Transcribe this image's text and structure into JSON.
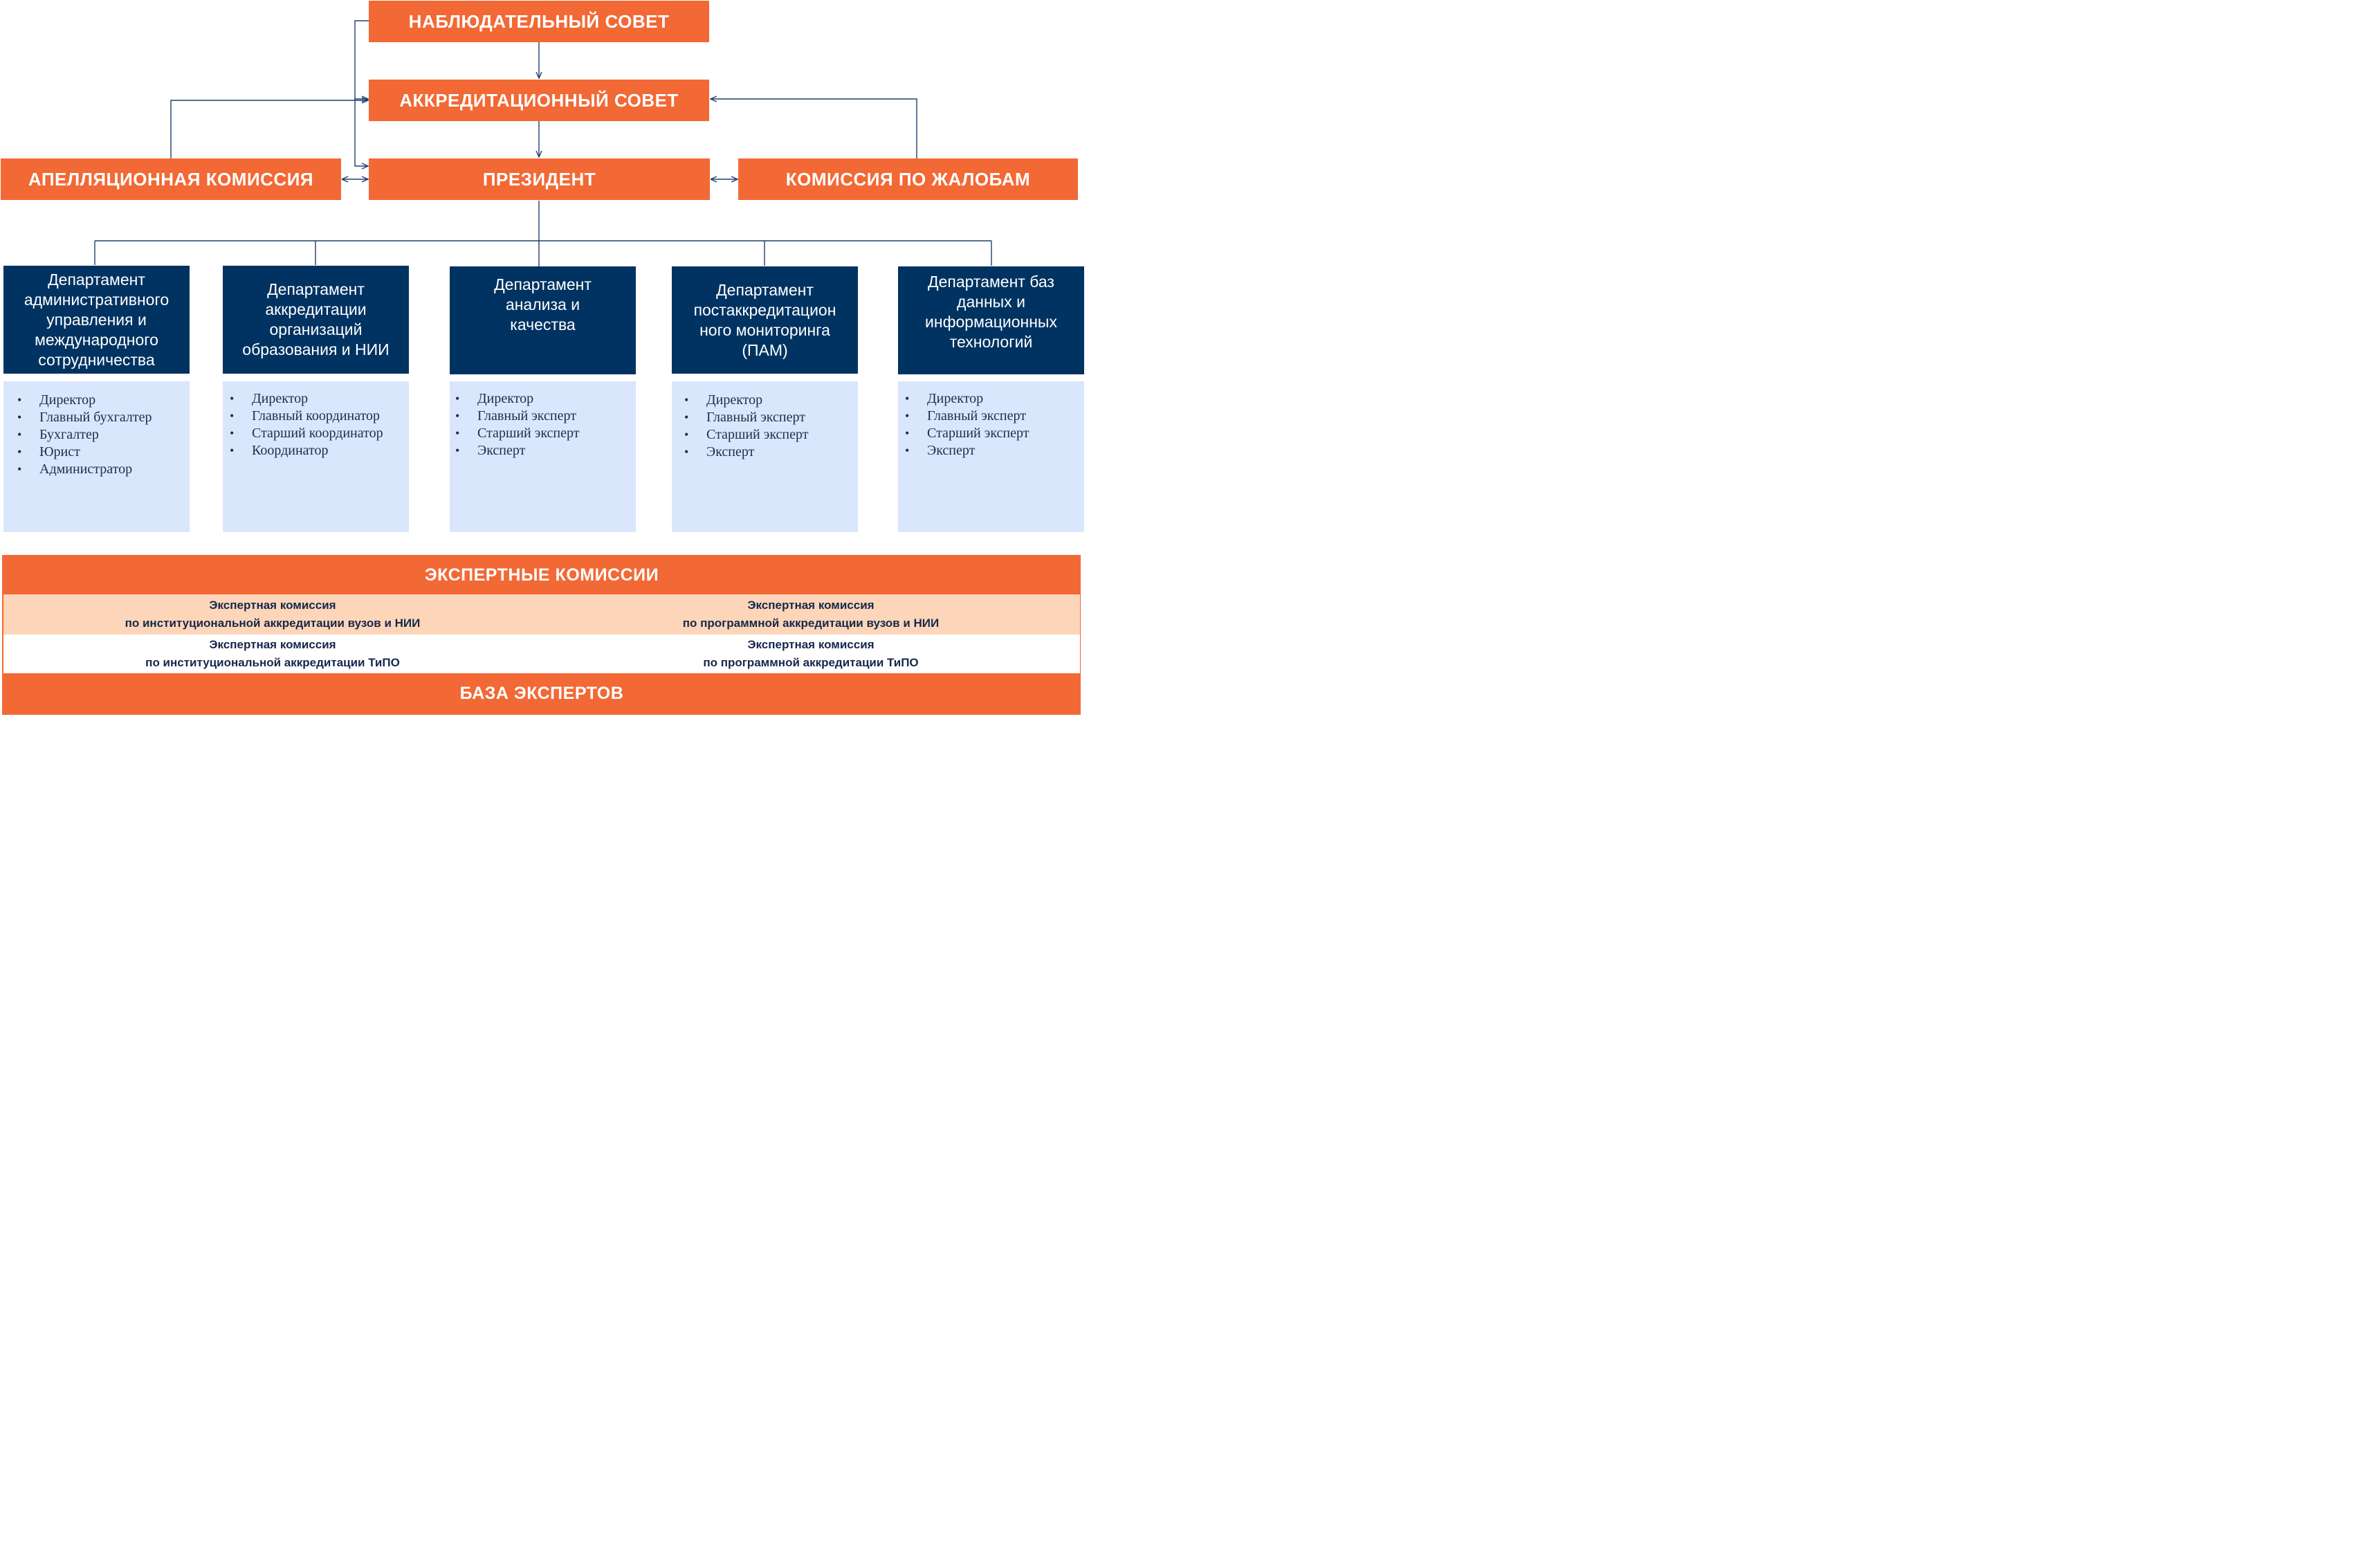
{
  "supervisory_board": "НАБЛЮДАТЕЛЬНЫЙ СОВЕТ",
  "accreditation_council": "АККРЕДИТАЦИОННЫЙ СОВЕТ",
  "appeals_commission": "АПЕЛЛЯЦИОННАЯ КОМИССИЯ",
  "president": "ПРЕЗИДЕНТ",
  "complaints_commission": "КОМИССИЯ ПО ЖАЛОБАМ",
  "departments": [
    {
      "title_lines": [
        "Департамент",
        "административного",
        "управления и",
        "международного",
        "сотрудничества"
      ],
      "staff": [
        "Директор",
        "Главный бухгалтер",
        "Бухгалтер",
        "Юрист",
        "Администратор"
      ]
    },
    {
      "title_lines": [
        "Департамент",
        "аккредитации",
        "организаций",
        "образования и НИИ"
      ],
      "staff": [
        "Директор",
        "Главный координатор",
        "Старший координатор",
        "Координатор"
      ]
    },
    {
      "title_lines": [
        "Департамент",
        "анализа и",
        "качества"
      ],
      "staff": [
        "Директор",
        "Главный эксперт",
        "Старший эксперт",
        "Эксперт"
      ]
    },
    {
      "title_lines": [
        "Департамент",
        "постаккредитацион",
        "ного мониторинга",
        "(ПАМ)"
      ],
      "staff": [
        "Директор",
        "Главный эксперт",
        "Старший эксперт",
        "Эксперт"
      ]
    },
    {
      "title_lines": [
        "Департамент баз",
        "данных и",
        "информационных",
        "технологий"
      ],
      "staff": [
        "Директор",
        "Главный эксперт",
        "Старший эксперт",
        "Эксперт"
      ]
    }
  ],
  "expert_commissions": {
    "header": "ЭКСПЕРТНЫЕ КОМИССИИ",
    "rows": [
      {
        "left": [
          "Экспертная комиссия",
          "по институциональной аккредитации вузов и НИИ"
        ],
        "right": [
          "Экспертная комиссия",
          "по программной аккредитации вузов и НИИ"
        ]
      },
      {
        "left": [
          "Экспертная комиссия",
          "по институциональной аккредитации ТиПО"
        ],
        "right": [
          "Экспертная комиссия",
          "по программной аккредитации ТиПО"
        ]
      }
    ],
    "footer": "БАЗА ЭКСПЕРТОВ"
  },
  "colors": {
    "orange": "#f26935",
    "navy": "#003362",
    "light_blue": "#dae6fb",
    "peach": "#fdd5b8",
    "connector": "#1f3f6e"
  }
}
